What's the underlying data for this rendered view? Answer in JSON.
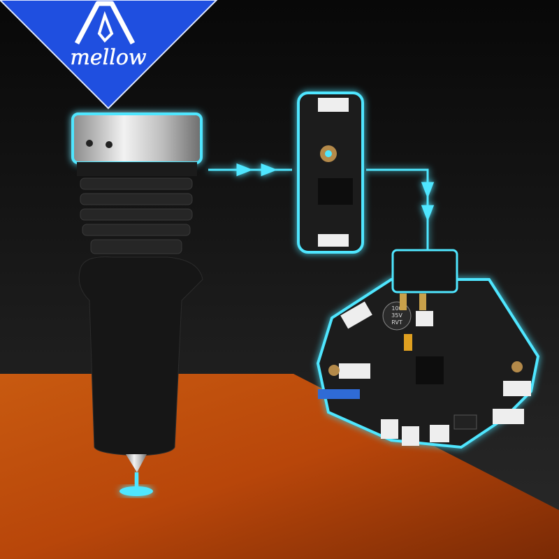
{
  "brand": {
    "logo_text": "mellow",
    "color": "#1f4fe0"
  },
  "capacitor": {
    "label_line1": "100",
    "label_line2": "35V",
    "label_line3": "RVT"
  },
  "colors": {
    "glow": "#4fe6ff",
    "floor_orange": "#d9590e",
    "background": "#141414"
  }
}
